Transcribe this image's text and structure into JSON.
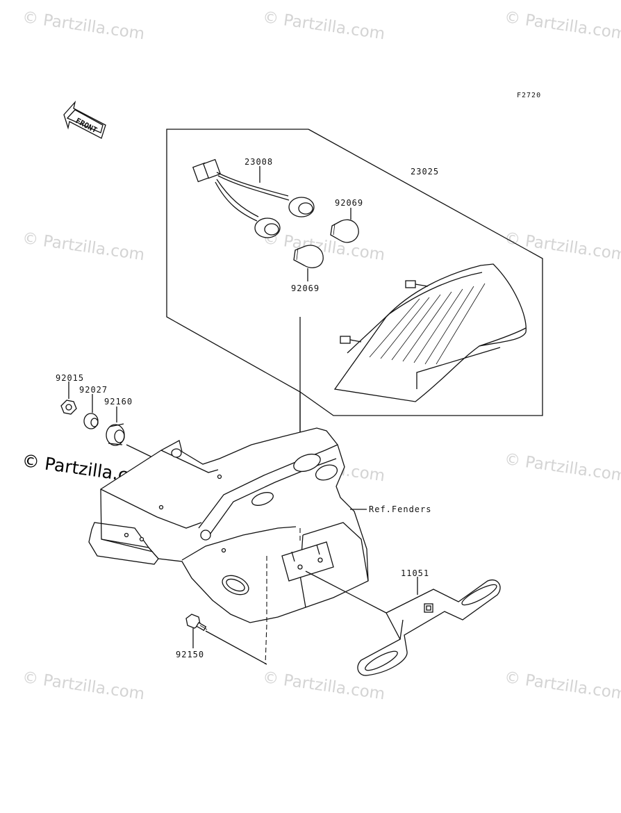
{
  "diagram": {
    "code": "F2720",
    "front_label": "FRONT",
    "parts": {
      "p23008": "23008",
      "p23025": "23025",
      "p92069_a": "92069",
      "p92069_b": "92069",
      "p92015": "92015",
      "p92027": "92027",
      "p92160": "92160",
      "ref_fenders": "Ref.Fenders",
      "p11051": "11051",
      "p92150": "92150"
    }
  },
  "watermarks": {
    "text": "© Partzilla.com",
    "strong": "© Partzilla.com"
  }
}
